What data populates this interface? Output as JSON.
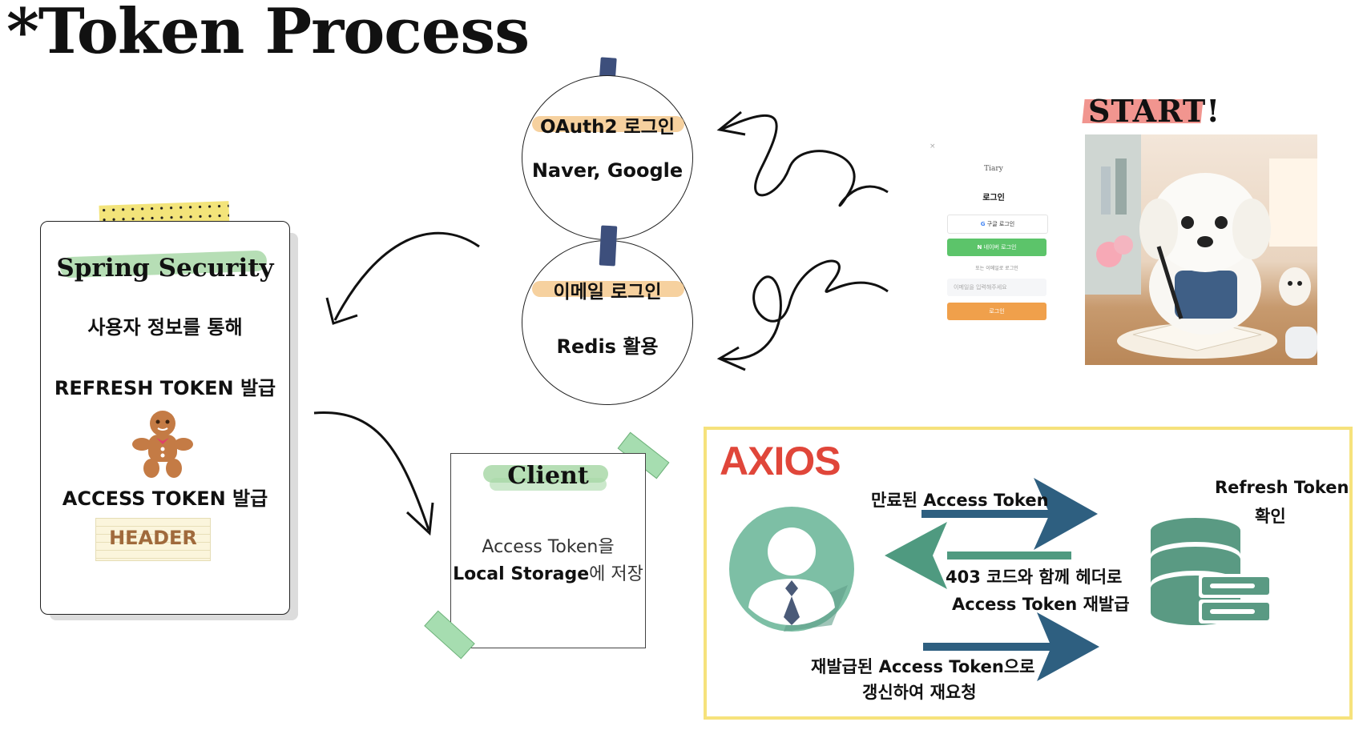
{
  "title": "*Token Process",
  "oauth": {
    "heading": "OAuth2 로그인",
    "providers": "Naver, Google"
  },
  "email": {
    "heading": "이메일 로그인",
    "detail": "Redis 활용"
  },
  "start_label": "START!",
  "login_mock": {
    "logo": "Tiary",
    "title": "로그인",
    "google_button": "구글 로그인",
    "naver_button": "네이버 로그인",
    "divider": "또는 이메일로 로그인",
    "email_placeholder": "이메일을 입력해주세요",
    "login_button": "로그인"
  },
  "spring": {
    "title": "Spring Security",
    "line1": "사용자 정보를 통해",
    "line2": "REFRESH TOKEN 발급",
    "line3": "ACCESS TOKEN 발급",
    "header_tag": "HEADER"
  },
  "client": {
    "title": "Client",
    "line1": "Access Token을",
    "line2_bold": "Local Storage",
    "line2_rest": "에 저장"
  },
  "axios": {
    "title": "AXIOS",
    "expired": "만료된 Access Token",
    "refresh_check_1": "Refresh Token",
    "refresh_check_2": "확인",
    "reissue_1": "403 코드와 함께 헤더로",
    "reissue_2": "Access Token 재발급",
    "retry_1": "재발급된 Access Token으로",
    "retry_2": "갱신하여 재요청"
  },
  "colors": {
    "navy_tape": "#3d4f7c",
    "orange_highlight": "#f4c98e",
    "green_highlight": "#a9d8a8",
    "teal_arrow": "#2e5f80",
    "green_arrow": "#4f9a80",
    "axios_red": "#e0463a",
    "axios_border": "#f6e27c",
    "database": "#5a9a83",
    "login_green": "#5cc46a",
    "login_orange": "#f0a04b"
  }
}
